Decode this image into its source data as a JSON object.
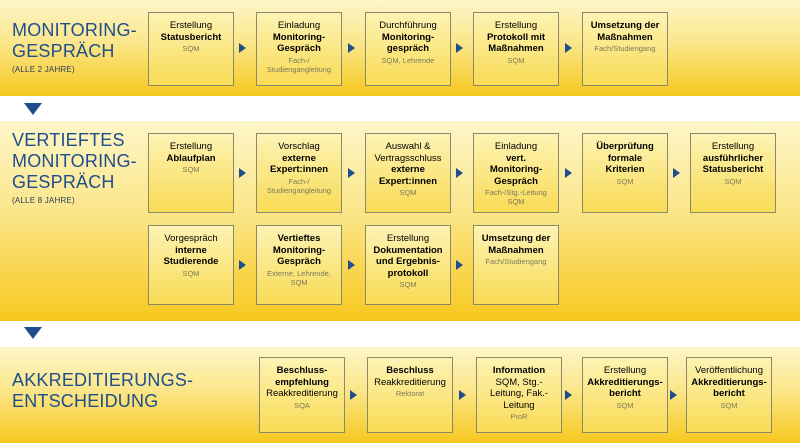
{
  "sections": [
    {
      "title_lines": [
        "MONITORING-",
        "GESPRÄCH"
      ],
      "subtitle": "(ALLE 2 JAHRE)",
      "steps": [
        {
          "pre": "Erstellung",
          "bold": "Statusbericht",
          "post": "",
          "role": "SQM"
        },
        {
          "pre": "Einladung",
          "bold": "Monitoring-\nGespräch",
          "post": "",
          "role": "Fach-/\nStudiengangleitung"
        },
        {
          "pre": "Durchführung",
          "bold": "Monitoring-\ngespräch",
          "post": "",
          "role": "SQM, Lehrende"
        },
        {
          "pre": "Erstellung",
          "bold": "Protokoll mit\nMaßnahmen",
          "post": "",
          "role": "SQM"
        },
        {
          "pre": "",
          "bold": "Umsetzung der\nMaßnahmen",
          "post": "",
          "role": "Fach/Studiengang"
        }
      ]
    },
    {
      "title_lines": [
        "VERTIEFTES",
        "MONITORING-",
        "GESPRÄCH"
      ],
      "subtitle": "(ALLE 8 JAHRE)",
      "steps": [
        {
          "pre": "Erstellung",
          "bold": "Ablaufplan",
          "post": "",
          "role": "SQM"
        },
        {
          "pre": "Vorschlag",
          "bold": "externe\nExpert:innen",
          "post": "",
          "role": "Fach-/\nStudiengangleitung"
        },
        {
          "pre": "Auswahl &\nVertragsschluss",
          "bold": "externe\nExpert:innen",
          "post": "",
          "role": "SQM"
        },
        {
          "pre": "Einladung",
          "bold": "vert.\nMonitoring-\nGespräch",
          "post": "",
          "role": "Fach-/Stg.-Leitung\nSQM"
        },
        {
          "pre": "",
          "bold": "Überprüfung\nformale\nKriterien",
          "post": "",
          "role": "SQM"
        },
        {
          "pre": "Erstellung",
          "bold": "ausführlicher\nStatusbericht",
          "post": "",
          "role": "SQM"
        },
        {
          "pre": "Vorgespräch",
          "bold": "interne\nStudierende",
          "post": "",
          "role": "SQM"
        },
        {
          "pre": "",
          "bold": "Vertieftes\nMonitoring-\nGespräch",
          "post": "",
          "role": "Externe, Lehrende,\nSQM"
        },
        {
          "pre": "Erstellung",
          "bold": "Dokumentation\nund Ergebnis-\nprotokoll",
          "post": "",
          "role": "SQM"
        },
        {
          "pre": "",
          "bold": "Umsetzung der\nMaßnahmen",
          "post": "",
          "role": "Fach/Studiengang"
        }
      ]
    },
    {
      "title_lines": [
        "AKKREDITIERUNGS-",
        "ENTSCHEIDUNG"
      ],
      "subtitle": "",
      "steps": [
        {
          "pre": "",
          "bold": "Beschluss-\nempfehlung",
          "post": "Reakkreditierung",
          "role": "SQA"
        },
        {
          "pre": "",
          "bold": "Beschluss",
          "post": "Reakkreditierung",
          "role": "Rektorat"
        },
        {
          "pre": "",
          "bold": "Information",
          "post": "SQM, Stg.-\nLeitung, Fak.-\nLeitung",
          "role": "ProR"
        },
        {
          "pre": "Erstellung",
          "bold": "Akkreditierungs-\nbericht",
          "post": "",
          "role": "SQM"
        },
        {
          "pre": "Veröffentlichung",
          "bold": "Akkreditierungs-\nbericht",
          "post": "",
          "role": "SQM"
        }
      ]
    }
  ],
  "colors": {
    "title": "#1f4e8c",
    "arrow": "#1f4e8c",
    "role": "#7a7a58"
  }
}
